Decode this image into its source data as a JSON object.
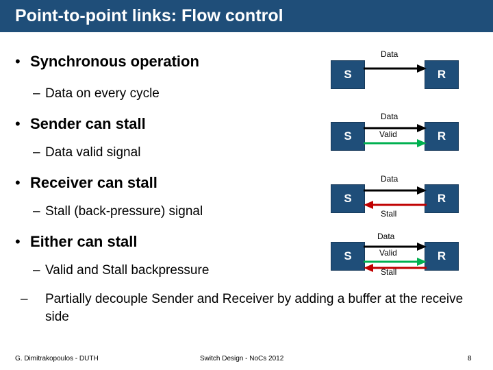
{
  "slide": {
    "title": "Point-to-point links: Flow control",
    "title_bg": "#1f4e79",
    "title_color": "#ffffff"
  },
  "content": {
    "bullets": [
      {
        "level": 1,
        "marker": "•",
        "text": "Synchronous operation"
      },
      {
        "level": 2,
        "marker": "–",
        "text": "Data on every cycle"
      },
      {
        "level": 1,
        "marker": "•",
        "text": "Sender can stall"
      },
      {
        "level": 2,
        "marker": "–",
        "text": "Data valid signal"
      },
      {
        "level": 1,
        "marker": "•",
        "text": "Receiver can stall"
      },
      {
        "level": 2,
        "marker": "–",
        "text": "Stall (back-pressure) signal"
      },
      {
        "level": 1,
        "marker": "•",
        "text": "Either can stall"
      },
      {
        "level": 2,
        "marker": "–",
        "text": "Valid and Stall backpressure"
      },
      {
        "level": 2,
        "marker": "–",
        "text": "Partially decouple Sender and Receiver by adding a buffer at the receive side"
      }
    ]
  },
  "diagrams": [
    {
      "name": "synchronous",
      "sender": "S",
      "receiver": "R",
      "signals": [
        {
          "label": "Data",
          "direction": "right",
          "color": "#000000"
        }
      ]
    },
    {
      "name": "sender-stall",
      "sender": "S",
      "receiver": "R",
      "signals": [
        {
          "label": "Data",
          "direction": "right",
          "color": "#000000"
        },
        {
          "label": "Valid",
          "direction": "right",
          "color": "#00b050"
        }
      ]
    },
    {
      "name": "receiver-stall",
      "sender": "S",
      "receiver": "R",
      "signals": [
        {
          "label": "Data",
          "direction": "right",
          "color": "#000000"
        },
        {
          "label": "Stall",
          "direction": "left",
          "color": "#c00000"
        }
      ]
    },
    {
      "name": "either-stall",
      "sender": "S",
      "receiver": "R",
      "signals": [
        {
          "label": "Data",
          "direction": "right",
          "color": "#000000"
        },
        {
          "label": "Valid",
          "direction": "right",
          "color": "#00b050"
        },
        {
          "label": "Stall",
          "direction": "left",
          "color": "#c00000"
        }
      ]
    }
  ],
  "footer": {
    "left": "G. Dimitrakopoulos - DUTH",
    "center": "Switch Design - NoCs 2012",
    "page": "8"
  }
}
